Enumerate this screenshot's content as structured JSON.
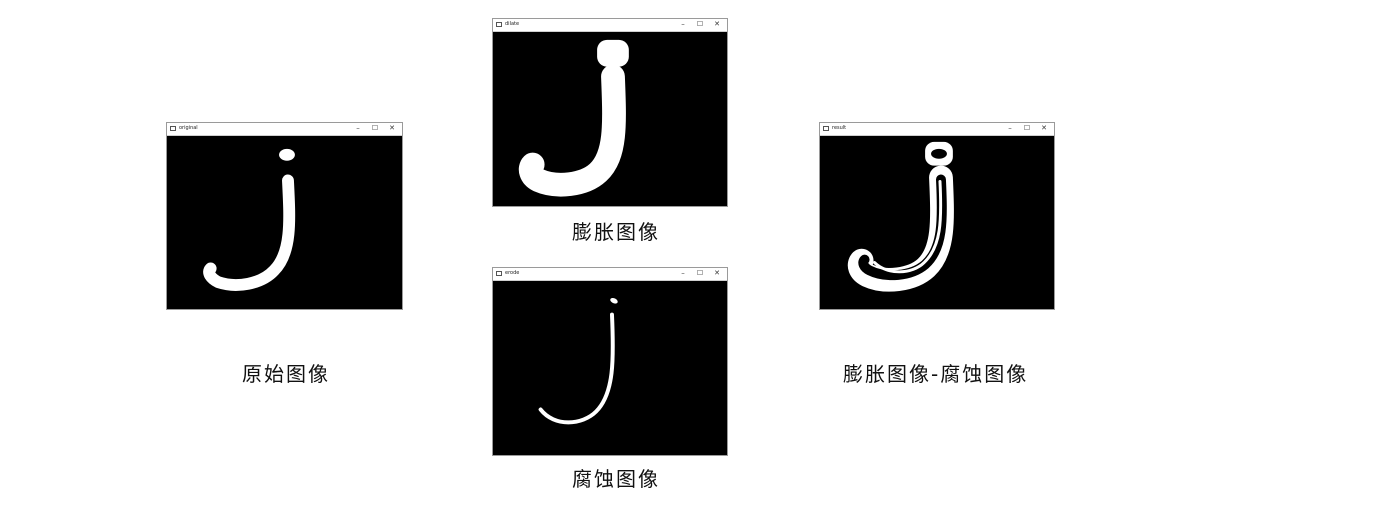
{
  "windows": {
    "original": {
      "title": "original",
      "minimize": "–",
      "maximize": "☐",
      "close": "✕"
    },
    "dilate": {
      "title": "dilate",
      "minimize": "–",
      "maximize": "☐",
      "close": "✕"
    },
    "erode": {
      "title": "erode",
      "minimize": "–",
      "maximize": "☐",
      "close": "✕"
    },
    "result": {
      "title": "result",
      "minimize": "–",
      "maximize": "☐",
      "close": "✕"
    }
  },
  "captions": {
    "original": "原始图像",
    "dilate": "膨胀图像",
    "erode": "腐蚀图像",
    "result": "膨胀图像-腐蚀图像"
  },
  "colors": {
    "background": "#000000",
    "glyph": "#ffffff"
  }
}
